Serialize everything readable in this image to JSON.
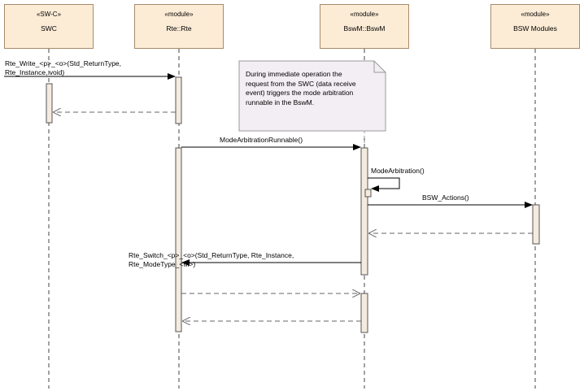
{
  "lifelines": [
    {
      "stereotype": "«SW-C»",
      "name": "SWC"
    },
    {
      "stereotype": "«module»",
      "name": "Rte::Rte"
    },
    {
      "stereotype": "«module»",
      "name": "BswM::BswM"
    },
    {
      "stereotype": "«module»",
      "name": "BSW Modules"
    }
  ],
  "note": "During immediate operation the\nrequest from the SWC (data receive\nevent) triggers the mode arbitration\nrunnable in the BswM.",
  "messages": {
    "rte_write": "Rte_Write_<p>_<o>(Std_ReturnType,\nRte_Instance, void)",
    "mode_arbitration_runnable": "ModeArbitrationRunnable()",
    "mode_arbitration": "ModeArbitration()",
    "bsw_actions": "BSW_Actions()",
    "rte_switch": "Rte_Switch_<p>_<o>(Std_ReturnType, Rte_Instance,\nRte_ModeType_<M>)"
  },
  "colors": {
    "header_fill": "#fcecd6",
    "activation_fill": "#f4ebdf",
    "note_fill": "#f3eef3",
    "line": "#000000"
  }
}
